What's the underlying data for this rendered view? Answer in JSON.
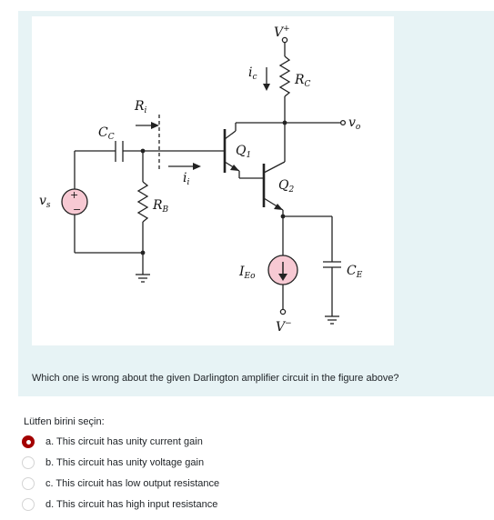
{
  "figure": {
    "labels": {
      "vplus": "V+",
      "vplus_main": "V",
      "vplus_sup": "+",
      "rc_main": "R",
      "rc_sub": "C",
      "ic_main": "i",
      "ic_sub": "c",
      "vo_main": "v",
      "vo_sub": "o",
      "ri_main": "R",
      "ri_sub": "i",
      "cc_main": "C",
      "cc_sub": "C",
      "q1_main": "Q",
      "q1_sub": "1",
      "q2_main": "Q",
      "q2_sub": "2",
      "ii_main": "i",
      "ii_sub": "i",
      "vs_main": "v",
      "vs_sub": "s",
      "rb_main": "R",
      "rb_sub": "B",
      "ieo_main": "I",
      "ieo_sub": "Eo",
      "ce_main": "C",
      "ce_sub": "E",
      "vminus_main": "V",
      "vminus_sup": "−"
    }
  },
  "question": {
    "text": "Which one is wrong about the given Darlington amplifier circuit in the figure above?"
  },
  "answer": {
    "prompt": "Lütfen birini seçin:",
    "options": [
      {
        "label": "a. This circuit has unity current gain",
        "selected": true
      },
      {
        "label": "b. This circuit has unity voltage gain",
        "selected": false
      },
      {
        "label": "c. This circuit has low output resistance",
        "selected": false
      },
      {
        "label": "d. This circuit has high input resistance",
        "selected": false
      }
    ]
  },
  "colors": {
    "selected_radio": "#a30000",
    "card_background": "#e7f3f5",
    "current_source_fill": "#f7c9d3"
  }
}
